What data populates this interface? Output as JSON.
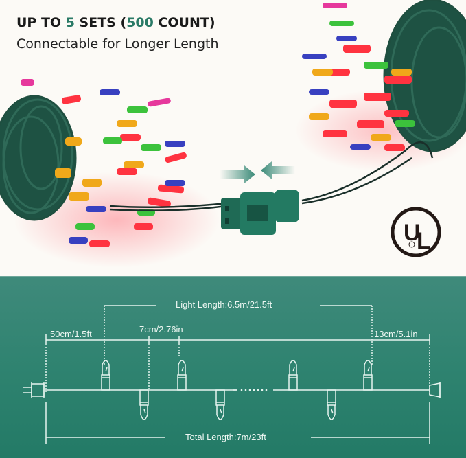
{
  "headline": {
    "prefix": "UP TO ",
    "sets_count": "5",
    "sets_label": " SETS (",
    "total_count": "500",
    "count_label": " COUNT)"
  },
  "subheadline": "Connectable for Longer Length",
  "certification": {
    "mark": "UL",
    "registered": "®"
  },
  "connector_arrows": {
    "left": "arrow-right",
    "right": "arrow-left"
  },
  "diagram": {
    "light_length": "Light Length:6.5m/21.5ft",
    "lead_length": "50cm/1.5ft",
    "bulb_spacing": "7cm/2.76in",
    "tail_length": "13cm/5.1in",
    "total_length": "Total Length:7m/23ft"
  },
  "colors": {
    "accent": "#2a7a66",
    "diagram_top": "#3f8a7b",
    "diagram_bottom": "#237a66",
    "line": "#e6f4ef"
  }
}
